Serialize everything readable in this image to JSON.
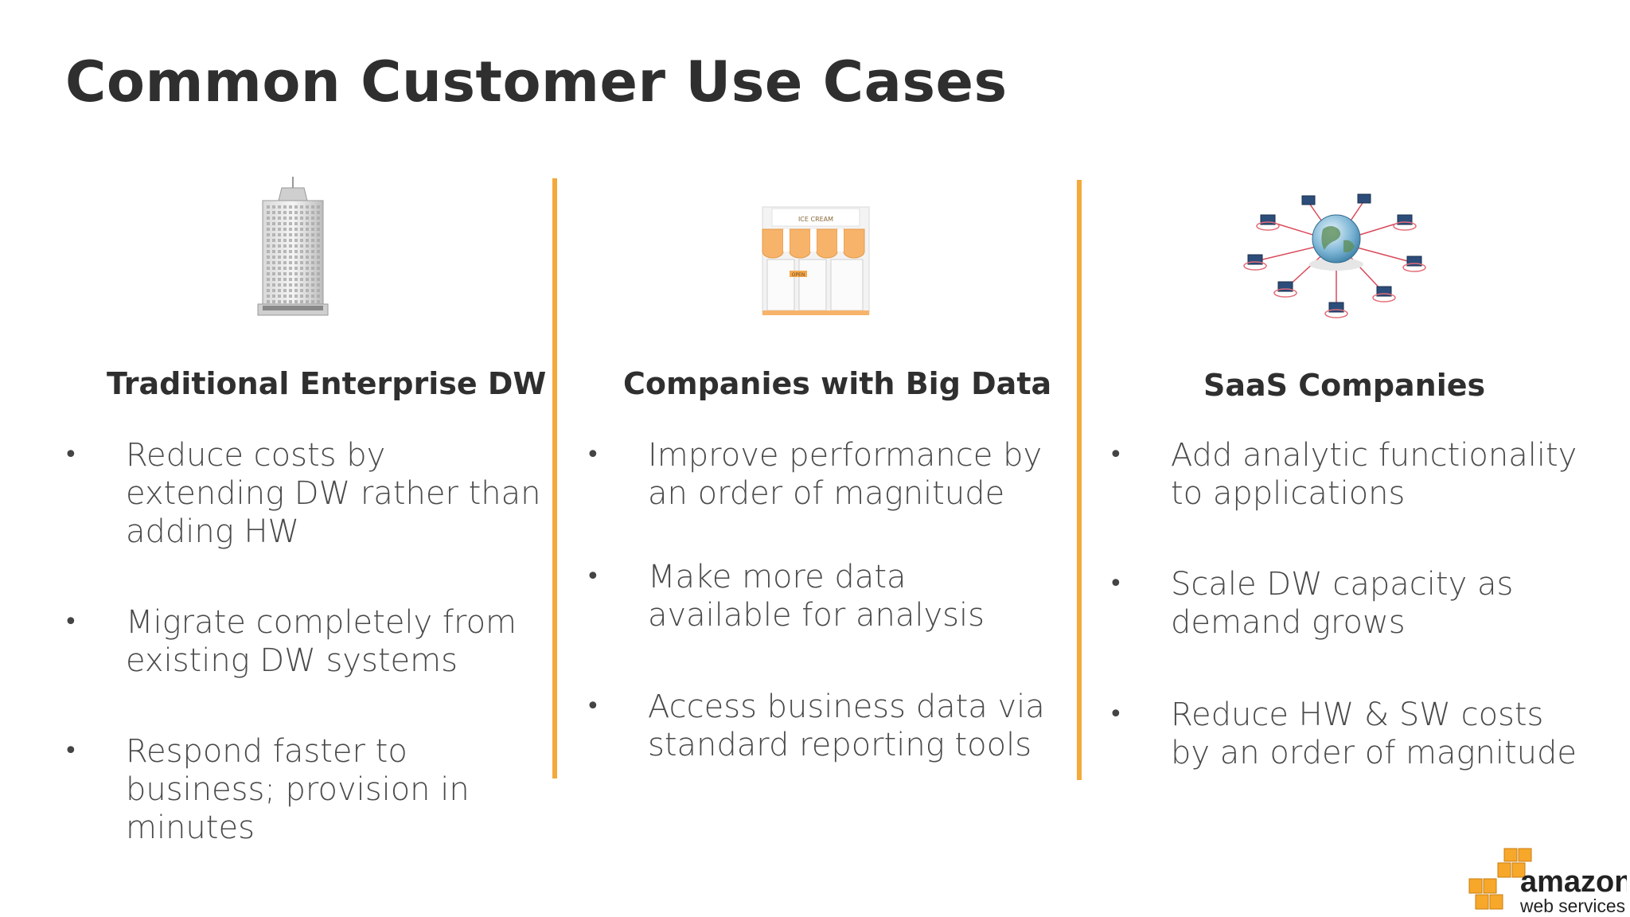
{
  "title": "Common Customer Use Cases",
  "columns": [
    {
      "heading": "Traditional Enterprise DW",
      "icon": "office-building-icon",
      "bullets": [
        "Reduce costs by\nextending DW rather than\nadding HW",
        "Migrate completely from\nexisting DW systems",
        "Respond faster to\nbusiness; provision in\nminutes"
      ]
    },
    {
      "heading": "Companies with Big Data",
      "icon": "storefront-icon",
      "storefront_sign": "ICE CREAM",
      "storefront_door_sign": "OPEN",
      "bullets": [
        "Improve performance by\nan order of magnitude",
        "Make more data\navailable for analysis",
        "Access business data via\nstandard reporting tools"
      ]
    },
    {
      "heading": "SaaS Companies",
      "icon": "globe-network-icon",
      "bullets": [
        "Add analytic functionality\nto applications",
        "Scale DW capacity as\ndemand grows",
        "Reduce HW & SW costs\nby an order of magnitude"
      ]
    }
  ],
  "bullet_glyph": "•",
  "logo": {
    "line1": "amazon",
    "line2": "web services"
  },
  "colors": {
    "accent": "#f4a93a",
    "title": "#2f2f2f",
    "body": "#4a4a4a"
  }
}
